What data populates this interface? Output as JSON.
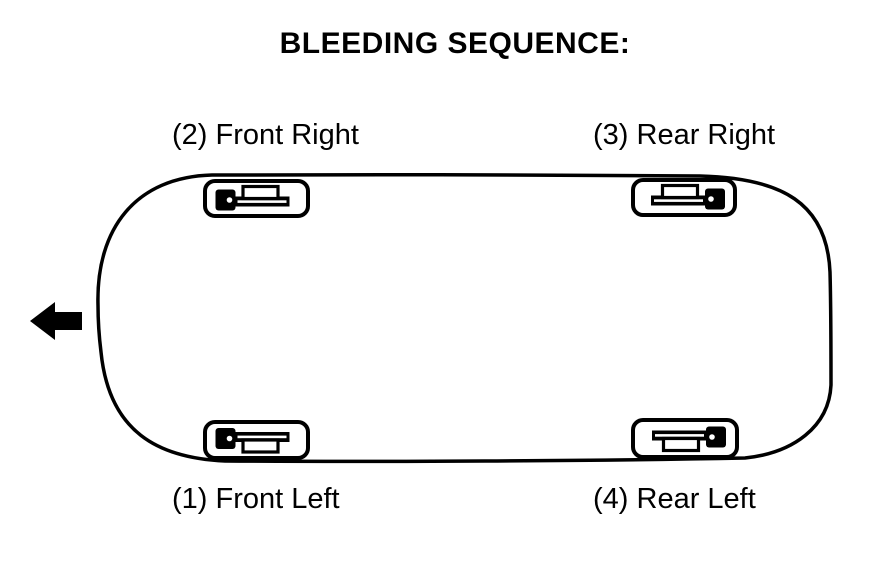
{
  "diagram": {
    "title": "BLEEDING SEQUENCE:",
    "labels": {
      "front_right": "(2) Front Right",
      "rear_right": "(3) Rear Right",
      "front_left": "(1) Front Left",
      "rear_left": "(4) Rear Left"
    },
    "front_direction": "left",
    "ink_color": "#000000",
    "background_color": "#ffffff",
    "icons": {
      "arrow": "front-direction-arrow-icon",
      "caliper": "brake-caliper-bleeder-icon"
    }
  }
}
